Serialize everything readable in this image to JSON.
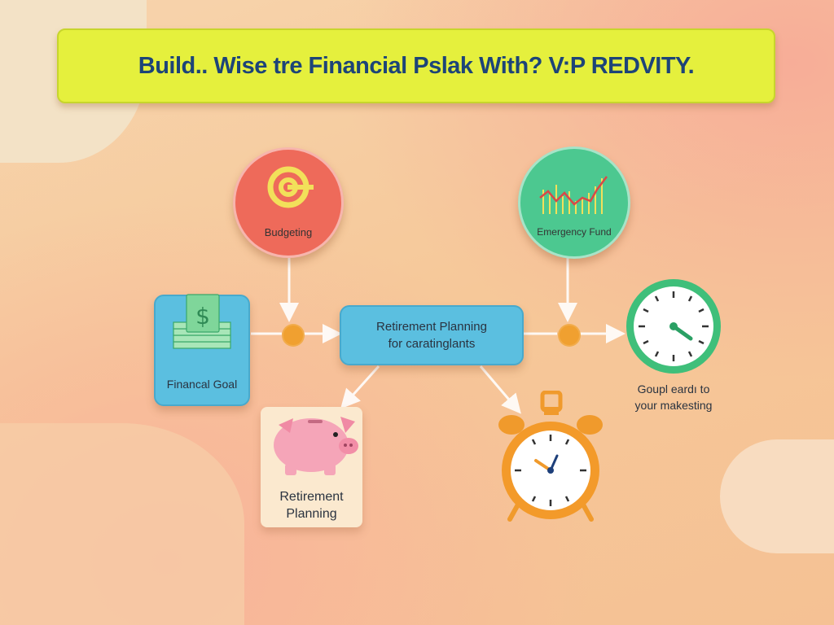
{
  "title": "Build.. Wise tre Financial Pslak With? V:P REDVITY.",
  "nodes": {
    "budgeting": {
      "label": "Budgeting",
      "color": "#ee6a5a"
    },
    "emergency_fund": {
      "label": "Emergency Fund",
      "color": "#4cc890"
    },
    "financial_goal": {
      "label": "Financal Goal",
      "color": "#5bbfe0"
    },
    "center": {
      "line1": "Retirement Planning",
      "line2": "for caratinglants",
      "color": "#5bbfe0"
    },
    "clock_caption": {
      "line1": "Goupl eardı to",
      "line2": "your makesting"
    },
    "piggy": {
      "line1": "Retirement",
      "line2": "Planning"
    }
  },
  "colors": {
    "accent": "#f0a030",
    "title_text": "#1d4478",
    "banner": "#e5f03d"
  }
}
